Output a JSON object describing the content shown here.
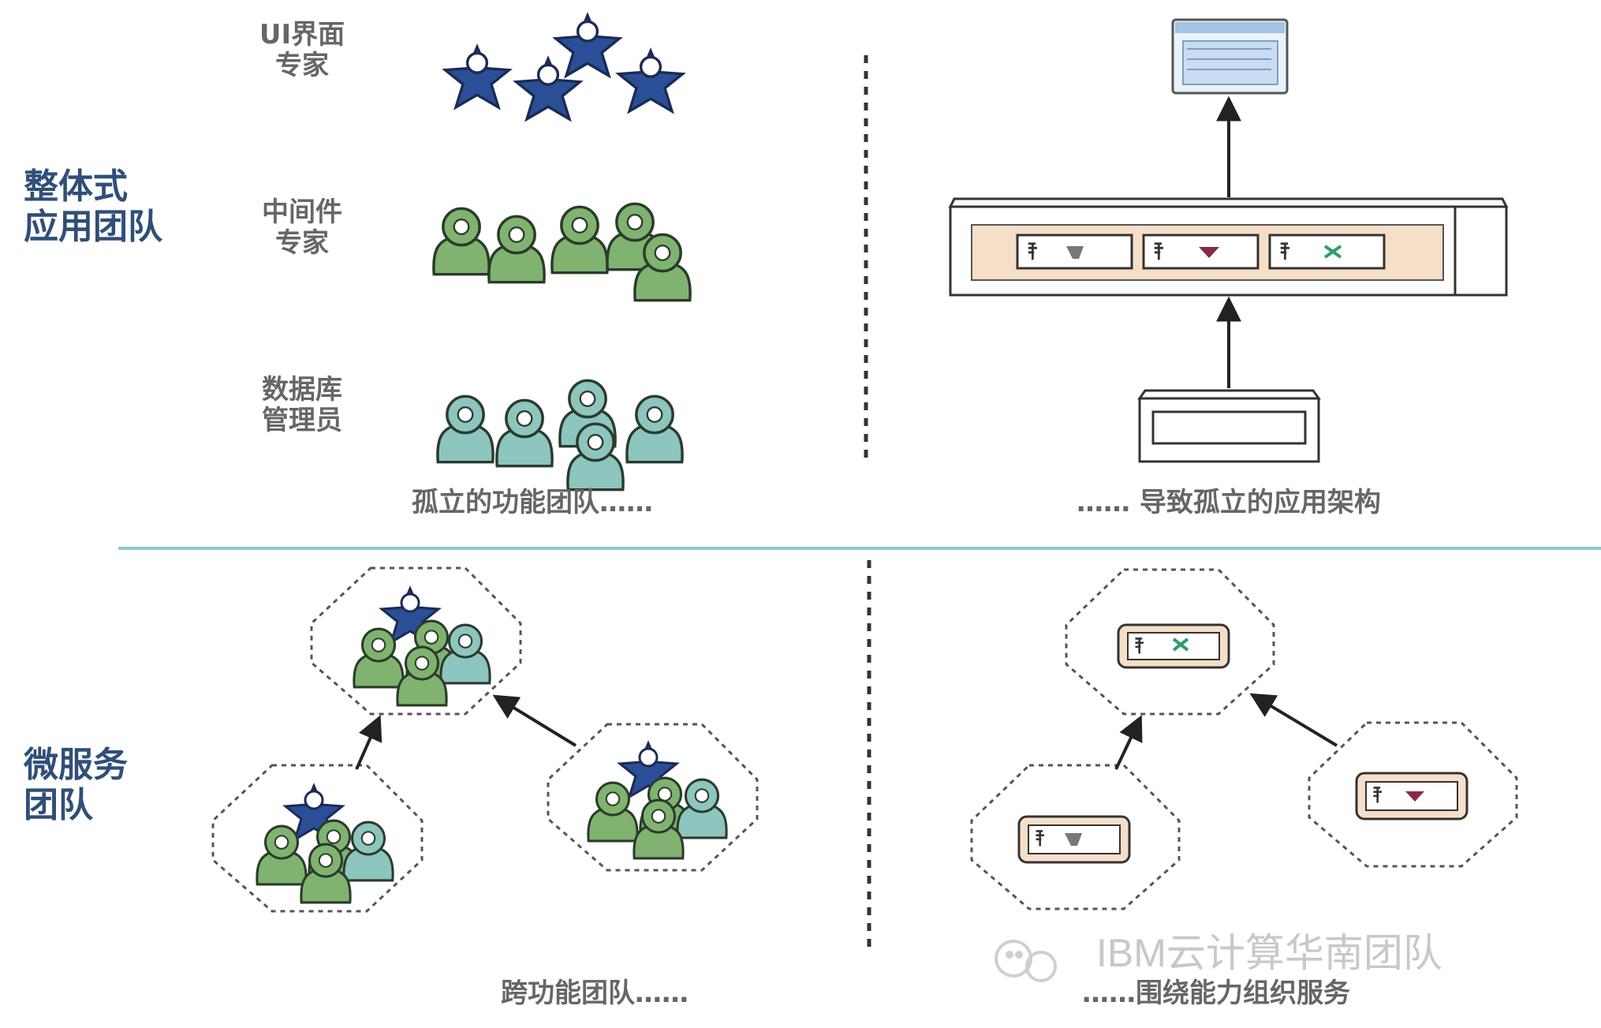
{
  "top": {
    "side_label_line1": "整体式",
    "side_label_line2": "应用团队",
    "roles": [
      {
        "line1": "UI界面",
        "line2": "专家"
      },
      {
        "line1": "中间件",
        "line2": "专家"
      },
      {
        "line1": "数据库",
        "line2": "管理员"
      }
    ],
    "caption_left": "孤立的功能团队……",
    "caption_right": "…… 导致孤立的应用架构"
  },
  "bottom": {
    "side_label_line1": "微服务",
    "side_label_line2": "团队",
    "caption_left": "跨功能团队……",
    "caption_right": "……围绕能力组织服务"
  },
  "watermark": "IBM云计算华南团队",
  "colors": {
    "ui_person": "#2a4f97",
    "middleware_person": "#7fb36f",
    "db_person": "#8cc6be",
    "divider": "#8fc9cc",
    "module_fill": "#f6dfc9",
    "label_blue": "#2f4f78"
  }
}
